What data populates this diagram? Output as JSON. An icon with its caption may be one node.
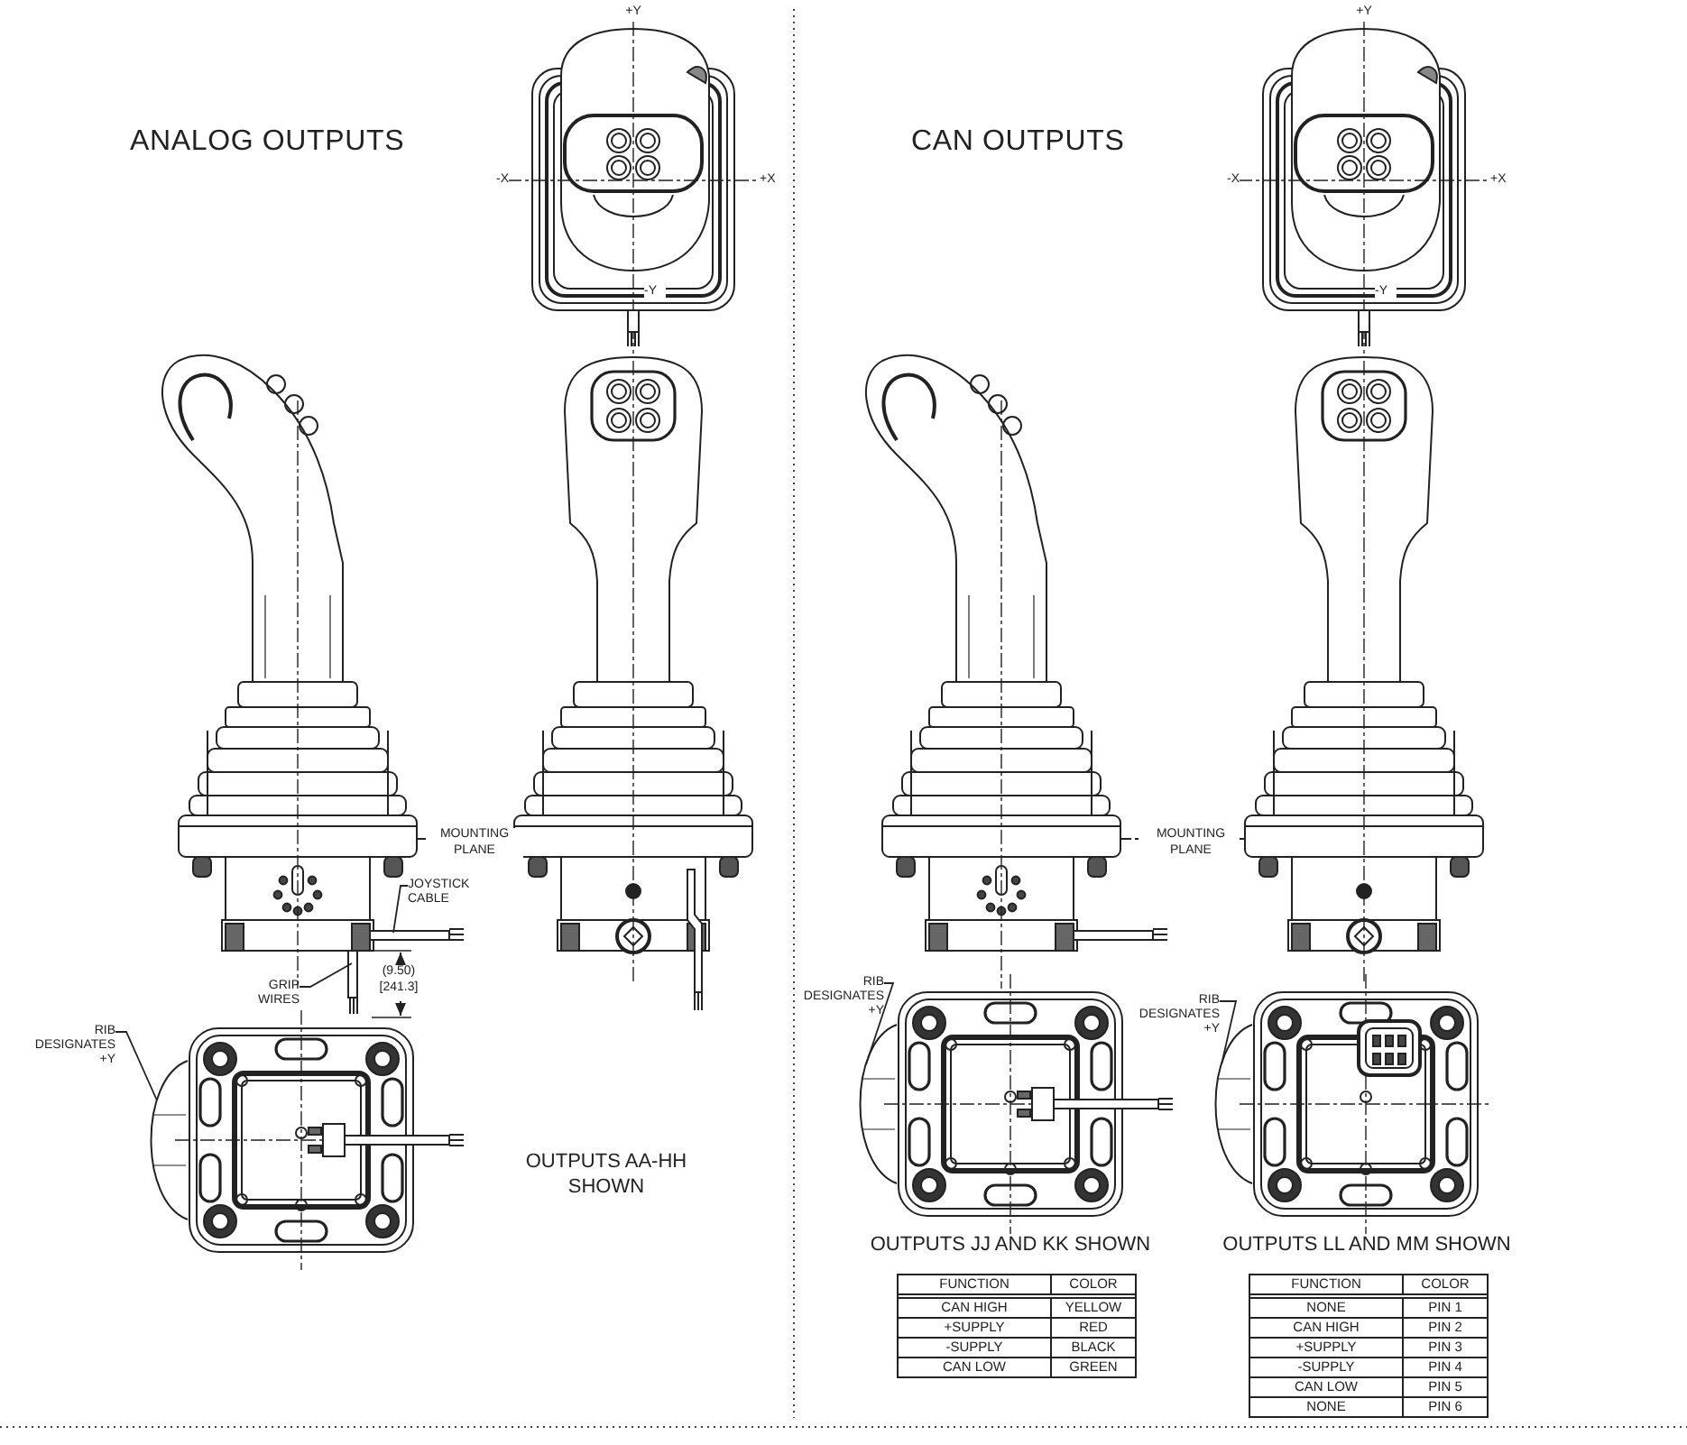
{
  "diagram": {
    "nodes": [
      {
        "text": [
          "RIB DESIGNATES +Y"
        ]
      },
      {
        "text": [
          "JOYSTICK CABLE"
        ]
      },
      {
        "text": [
          "GRIP WIRES"
        ]
      },
      {
        "text": [
          "RIB DESIGNATES +Y"
        ]
      },
      {
        "text": [
          "RIB DESIGNATES +Y"
        ]
      },
      {
        "text": [],
        "shape": "picture"
      },
      {
        "text": [],
        "shape": "picture"
      },
      {
        "text": [],
        "shape": "picture"
      }
    ],
    "edges": [
      {
        "from": 0,
        "to": 5,
        "arrow": "none"
      },
      {
        "from": 1,
        "to": null,
        "arrow": "none"
      },
      {
        "from": 2,
        "to": null,
        "arrow": "none"
      },
      {
        "from": 3,
        "to": 6,
        "arrow": "none"
      },
      {
        "from": 4,
        "to": 7,
        "arrow": "none"
      }
    ],
    "labels": [
      "ANALOG OUTPUTS",
      "+Y",
      "-X",
      "+X",
      "-Y",
      "CAN OUTPUTS",
      "+Y",
      "-X",
      "+X",
      "-Y",
      "MOUNTING PLANE",
      "(9.50) [241.3]",
      "MOUNTING PLANE",
      "OUTPUTS AA-HH SHOWN",
      "OUTPUTS JJ AND KK SHOWN",
      "OUTPUTS LL AND MM SHOWN",
      "FUNCTION",
      "COLOR",
      "CAN HIGH",
      "YELLOW",
      "+SUPPLY",
      "RED",
      "-SUPPLY",
      "BLACK",
      "CAN LOW",
      "GREEN",
      "FUNCTION",
      "COLOR",
      "NONE",
      "PIN 1",
      "CAN HIGH",
      "PIN 2",
      "+SUPPLY",
      "PIN 3",
      "-SUPPLY",
      "PIN 4",
      "CAN LOW",
      "PIN 5",
      "NONE",
      "PIN 6"
    ]
  }
}
